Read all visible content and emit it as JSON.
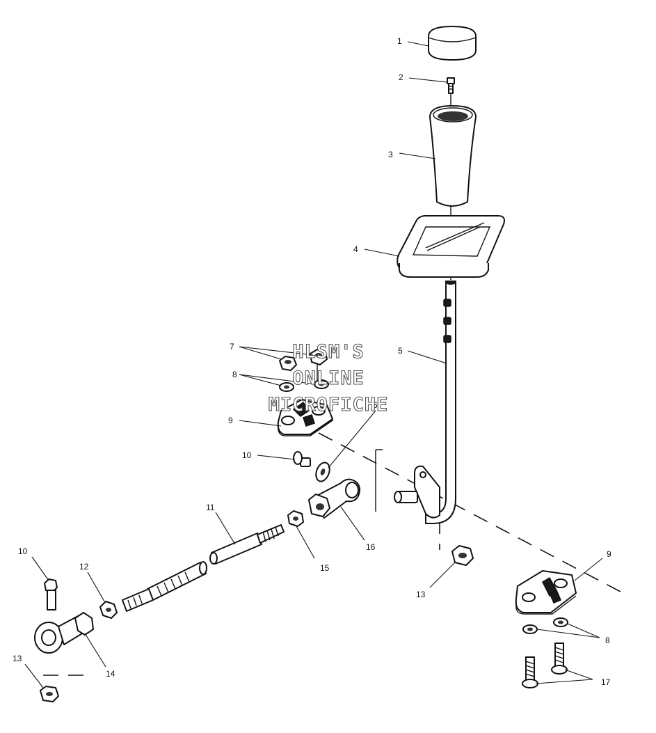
{
  "watermark": {
    "line1": "HLSM'S",
    "line2": "ONLINE",
    "line3": "MICROFICHE"
  },
  "callouts": [
    {
      "id": "c1",
      "text": "1"
    },
    {
      "id": "c2",
      "text": "2"
    },
    {
      "id": "c3",
      "text": "3"
    },
    {
      "id": "c4",
      "text": "4"
    },
    {
      "id": "c5",
      "text": "5"
    },
    {
      "id": "c6",
      "text": "6"
    },
    {
      "id": "c7",
      "text": "7"
    },
    {
      "id": "c8a",
      "text": "8"
    },
    {
      "id": "c8b",
      "text": "8"
    },
    {
      "id": "c9a",
      "text": "9"
    },
    {
      "id": "c9b",
      "text": "9"
    },
    {
      "id": "c10a",
      "text": "10"
    },
    {
      "id": "c10b",
      "text": "10"
    },
    {
      "id": "c11",
      "text": "11"
    },
    {
      "id": "c12",
      "text": "12"
    },
    {
      "id": "c13a",
      "text": "13"
    },
    {
      "id": "c13b",
      "text": "13"
    },
    {
      "id": "c14",
      "text": "14"
    },
    {
      "id": "c15",
      "text": "15"
    },
    {
      "id": "c16",
      "text": "16"
    },
    {
      "id": "c17",
      "text": "17"
    }
  ]
}
